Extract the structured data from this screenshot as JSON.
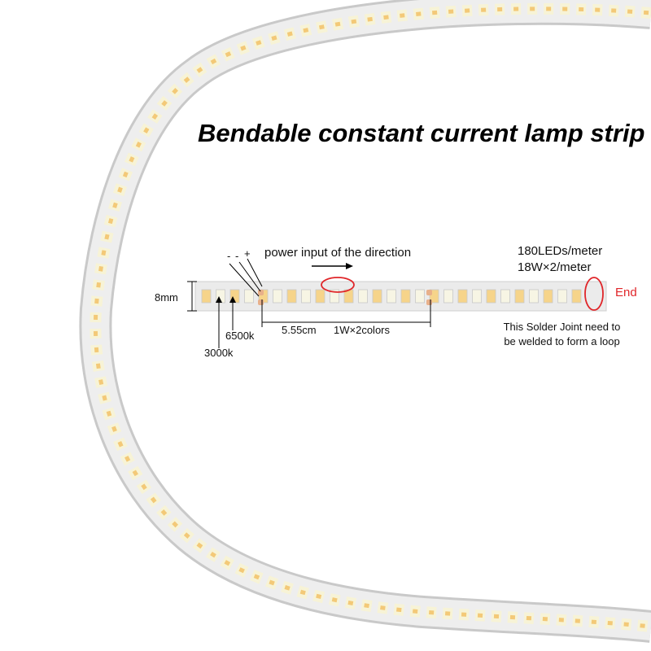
{
  "image": {
    "title": "Bendable constant current lamp strip",
    "labels": {
      "power_input": "power input of the direction",
      "minus1": "-",
      "minus2": "-",
      "plus": "+",
      "leds_per_meter": "180LEDs/meter",
      "watts_per_meter": "18W×2/meter",
      "end": "End",
      "width": "8mm",
      "cut_length": "5.55cm",
      "power_per_cut": "1W×2colors",
      "cct_cool": "6500k",
      "cct_warm": "3000k",
      "solder_note_line1": "This Solder Joint need to",
      "solder_note_line2": "be welded to form a loop"
    },
    "colors": {
      "pcb": "#ececec",
      "led_warm": "#f6d48a",
      "led_cool": "#f7f5e4",
      "solder_pad": "#e8b08a",
      "highlight": "#e0262a"
    }
  }
}
